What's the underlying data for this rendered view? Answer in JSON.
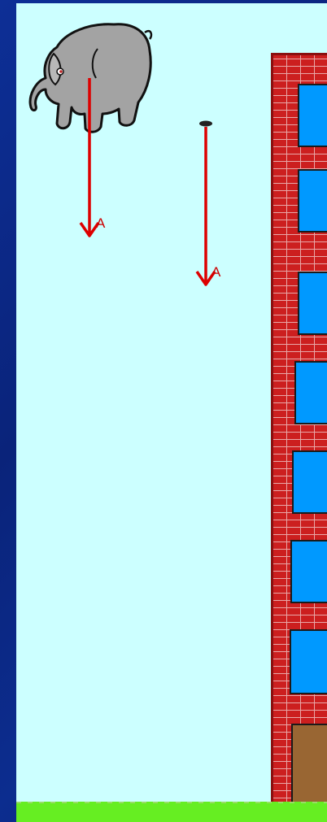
{
  "diagram": {
    "arrow_labels": [
      "A",
      "A"
    ],
    "objects": [
      "elephant-icon",
      "small-object-icon",
      "brick-building",
      "ground"
    ],
    "colors": {
      "sky": "#ccffff",
      "arrow": "#dd0000",
      "brick": "#cc1f1f",
      "window": "#0099ff",
      "door": "#996633",
      "ground": "#66ee22",
      "frame": "#0b2a8a"
    }
  }
}
